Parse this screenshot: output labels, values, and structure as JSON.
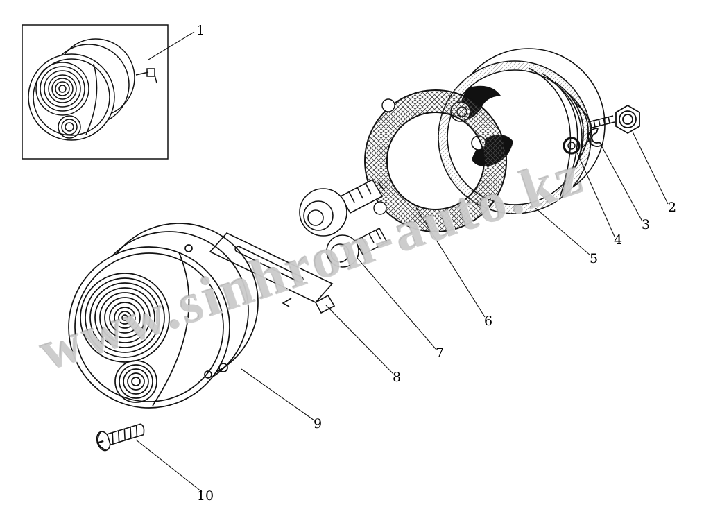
{
  "diagram": {
    "description": "Exploded parts diagram of a round vehicle lamp assembly",
    "watermark": "www.sinhron-auto.kz",
    "callouts": [
      {
        "label": "1"
      },
      {
        "label": "2"
      },
      {
        "label": "3"
      },
      {
        "label": "4"
      },
      {
        "label": "5"
      },
      {
        "label": "6"
      },
      {
        "label": "7"
      },
      {
        "label": "8"
      },
      {
        "label": "9"
      },
      {
        "label": "10"
      }
    ]
  }
}
